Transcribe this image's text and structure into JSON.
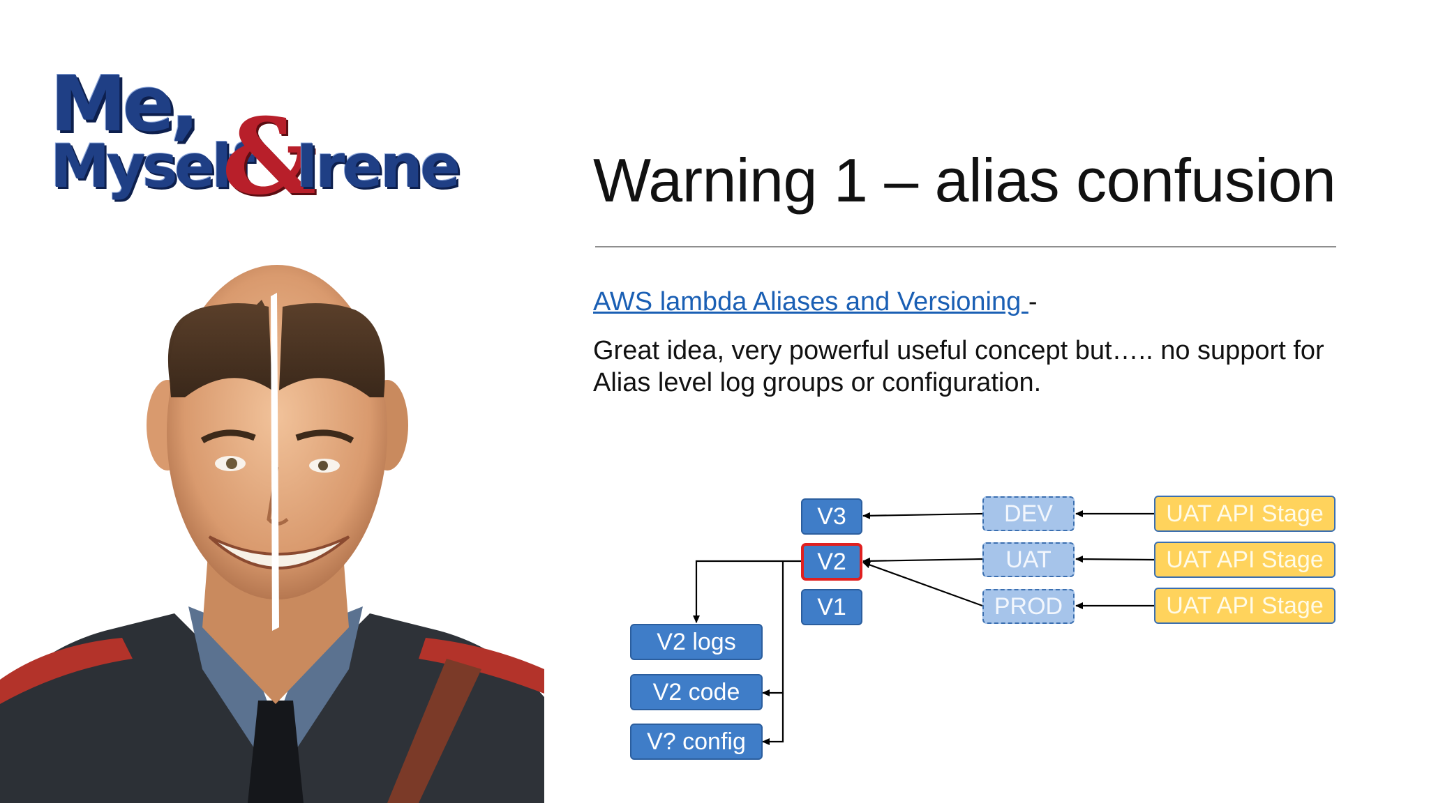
{
  "poster": {
    "logo_line1": "Me,",
    "logo_line2_left": "Myself",
    "logo_amp": "&",
    "logo_line2_right": "Irene"
  },
  "slide": {
    "title": "Warning 1 – alias confusion",
    "link_text": "AWS lambda Aliases and Versioning ",
    "link_suffix": "-",
    "body": "Great idea, very powerful useful concept but….. no support for Alias level log groups or configuration."
  },
  "diagram": {
    "versions": [
      "V3",
      "V2",
      "V1"
    ],
    "aliases": [
      "DEV",
      "UAT",
      "PROD"
    ],
    "stages": [
      "UAT API Stage",
      "UAT API Stage",
      "UAT API Stage"
    ],
    "outputs": [
      "V2 logs",
      "V2 code",
      "V? config"
    ],
    "colors": {
      "version": "#3f7dc8",
      "alias": "#a6c4ea",
      "stage": "#ffd35c",
      "highlight": "#e02020"
    }
  }
}
